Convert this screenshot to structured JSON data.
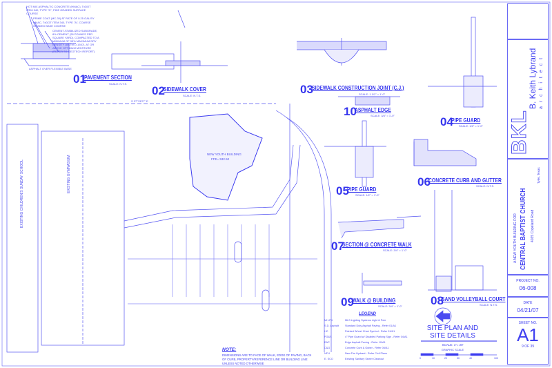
{
  "details": [
    {
      "num": "01",
      "title": "PAVEMENT SECTION",
      "scale": "SCALE: N.T.S."
    },
    {
      "num": "02",
      "title": "SIDEWALK COVER",
      "scale": "SCALE: N.T.S."
    },
    {
      "num": "03",
      "title": "SIDEWALK CONSTRUCTION JOINT (C.J.)",
      "scale": "SCALE: 1 1/2\" = 1'-0\""
    },
    {
      "num": "10",
      "title": "ASPHALT EDGE",
      "scale": "SCALE: 3/4\" = 1'-0\""
    },
    {
      "num": "04",
      "title": "PIPE GUARD",
      "scale": "SCALE: 1/2\" = 1'-0\""
    },
    {
      "num": "05",
      "title": "PIPE GUARD",
      "scale": "SCALE: 1/2\" = 1'-0\""
    },
    {
      "num": "06",
      "title": "CONCRETE CURB AND GUTTER",
      "scale": "SCALE: N.T.S."
    },
    {
      "num": "07",
      "title": "SECTION @ CONCRETE WALK",
      "scale": "SCALE: 3/4\" = 1'-0\""
    },
    {
      "num": "09",
      "title": "WALK @ BUILDING",
      "scale": "SCALE: 3/4\" = 1'-0\""
    },
    {
      "num": "08",
      "title": "SAND VOLLEYBALL COURT",
      "scale": "SCALE: N.T.S."
    }
  ],
  "pavement_notes": {
    "n1": "HOT MIX ASPHALTIC CONCRETE (HMAC), TxDOT ITEM 340, TYPE \"D\", FINE GRADED SURFACE COURSE",
    "n2": "PRIME COAT (MC-30) AT RATE OF 0.25 GAL/SY",
    "n3": "HMAC, TxDOT ITEM 340, TYPE \"A\", COARSE GRADED BASE COURSE",
    "n4": "CEMENT-STABILIZED SUBGRADE, 8% CEMENT (28 POUNDS PER SQUARE YARD), COMPACTED TO A MINIMUM OF 95% MAXIMUM DRY DENSITY (ASTM D-1557), AT OR ABOVE OPTIMUM MOISTURE (REFER TO GEOTECH REPORT)",
    "base": "ASPHALT OVER FLEXIBLE BASE"
  },
  "site_plan": {
    "building": "NEW YOUTH BUILDING",
    "ffe": "FFE= 532.50",
    "gym": "EXISTING GYMNASIUM",
    "school": "EXISTING CHILDREN'S SUNDAY SCHOOL",
    "bearing": "S 37°13'27\" E"
  },
  "note": {
    "heading": "NOTE:",
    "text1": "DIMENSIONS ARE TO FACE OF WALK, EDGE OF PAVING, BACK",
    "text2": "OF CURB, PROPERTY/REFERENCE LINE OR BUILDING LINE",
    "text3": "UNLESS NOTED OTHERWISE"
  },
  "legend": {
    "title": "LEGEND",
    "items": [
      {
        "sym": "MH-P4",
        "desc": "MLS Lighting Systems Light & Pole"
      },
      {
        "sym": "S.D. Asphalt",
        "desc": "Standard Duty Asphalt Paving - Refer 01/A1"
      },
      {
        "sym": "HC",
        "desc": "Painted Wheel Chair Symbol - Refer 01/A1"
      },
      {
        "sym": "PG&S",
        "desc": "4\" Pipe Guard w/ Disabled Parking Sign - Refer 04/A1"
      },
      {
        "sym": "EAP",
        "desc": "Edge Asphalt Paving - Refer 10/A1"
      },
      {
        "sym": "C&G",
        "desc": "Concrete Curb & Gutter - Refer 06/A1"
      },
      {
        "sym": "NFH",
        "desc": "New Fire Hydrant - Refer Civil Plans"
      },
      {
        "sym": "E. SCO",
        "desc": "Existing Sanitary Sewer Cleanout"
      }
    ]
  },
  "sheet_title": {
    "line1": "SITE PLAN AND",
    "line2": "SITE DETAILS",
    "scale": "SCALE: 1\"= 20'",
    "graphic": "GRAPHIC SCALE",
    "ticks": [
      "0",
      "10",
      "20",
      "30",
      "40",
      "100"
    ]
  },
  "title_block": {
    "logo": "BKL",
    "architect": "B. Keith Lybrand",
    "architect_sub": "a r c h i t e c t",
    "project_pre": "A NEW YOUTH BUILDING FOR",
    "project": "CENTRAL BAPTIST CHURCH",
    "address": "4035 Copeland Road",
    "city": "Tyler, Texas",
    "project_no_label": "PROJECT NO.",
    "project_no": "06-008",
    "date_label": "DATE",
    "date": "04/21/07",
    "sheet_label": "SHEET NO.",
    "sheet": "A1",
    "sheet_of": "9 OF 39"
  },
  "colors": {
    "line": "#3a3af0",
    "bg": "#ffffff"
  }
}
